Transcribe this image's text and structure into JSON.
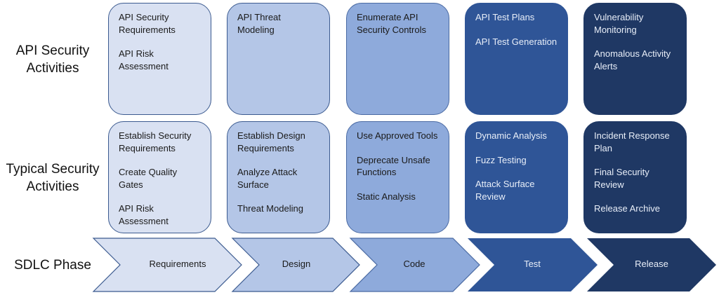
{
  "row_labels": {
    "api": "API Security Activities",
    "typical": "Typical Security Activities",
    "sdlc": "SDLC Phase"
  },
  "columns": [
    {
      "phase": "Requirements",
      "color": "#d9e1f2",
      "api_activities": [
        "API Security Requirements",
        "API Risk Assessment"
      ],
      "typical_activities": [
        "Establish Security Requirements",
        "Create Quality Gates",
        "API Risk Assessment"
      ]
    },
    {
      "phase": "Design",
      "color": "#b4c6e7",
      "api_activities": [
        "API Threat Modeling"
      ],
      "typical_activities": [
        "Establish Design Requirements",
        "Analyze Attack Surface",
        "Threat Modeling"
      ]
    },
    {
      "phase": "Code",
      "color": "#8eaadb",
      "api_activities": [
        "Enumerate API Security Controls"
      ],
      "typical_activities": [
        "Use Approved Tools",
        "Deprecate Unsafe Functions",
        "Static Analysis"
      ]
    },
    {
      "phase": "Test",
      "color": "#2f5597",
      "api_activities": [
        "API Test Plans",
        "API Test Generation"
      ],
      "typical_activities": [
        "Dynamic Analysis",
        "Fuzz Testing",
        "Attack Surface Review"
      ]
    },
    {
      "phase": "Release",
      "color": "#1f3864",
      "api_activities": [
        "Vulnerability Monitoring",
        "Anomalous Activity Alerts"
      ],
      "typical_activities": [
        "Incident Response Plan",
        "Final Security Review",
        "Release Archive"
      ]
    }
  ]
}
